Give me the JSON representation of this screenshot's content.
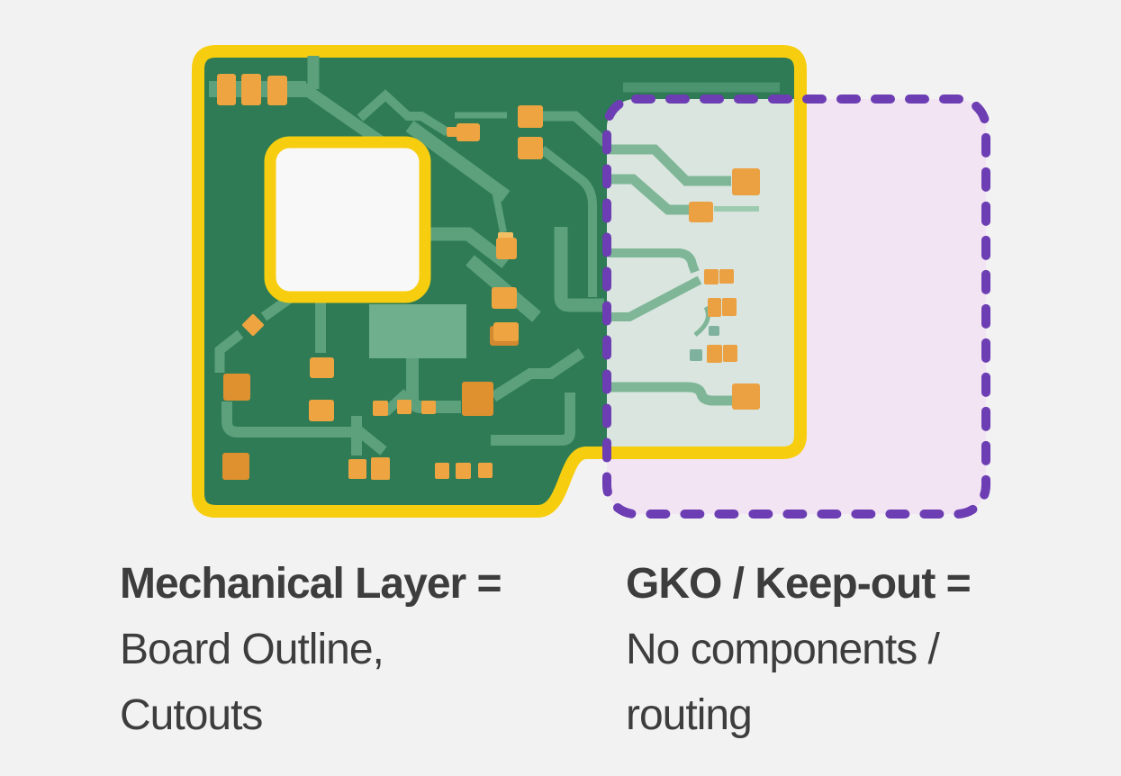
{
  "theme": {
    "bg": "#F3F2F3",
    "board": "#2E7B56",
    "outline": "#F7CE0F",
    "cutout": "#F8F8F9",
    "trace": "#5CA07C",
    "traceMuted": "#7FB698",
    "thinTrace": "#9CCBAF",
    "component": "#6FAF8D",
    "pad": "#EEA440",
    "padDark": "#E0912F",
    "padLight": "#F2C063",
    "padShadow": "#D2892F",
    "padMuted": "#EBA041",
    "teal": "#7FB29E",
    "keepoutFill": "#F2E4F3",
    "keepoutOverlap": "#D9E5DE",
    "keepoutBorder": "#6C3DB3",
    "text": "#3D3D3D"
  },
  "captions": {
    "left": {
      "title": "Mechanical Layer =",
      "line2": "Board Outline,",
      "line3": "Cutouts"
    },
    "right": {
      "title": "GKO / Keep-out =",
      "line2": "No components /",
      "line3": "routing"
    }
  }
}
